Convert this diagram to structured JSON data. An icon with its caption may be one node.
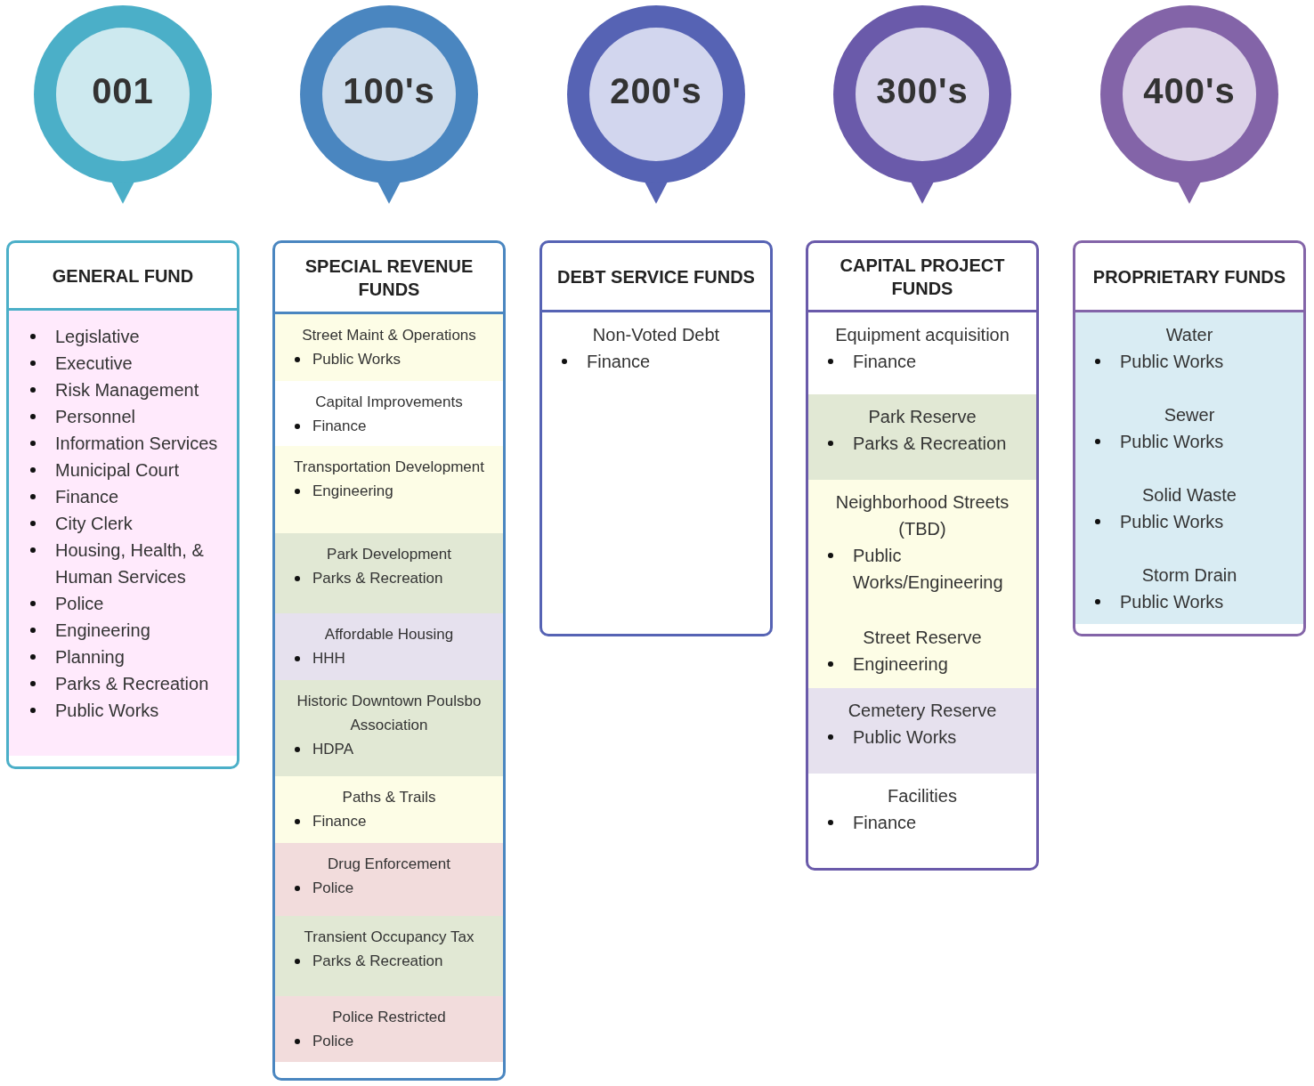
{
  "diagram": {
    "nodes": [
      {
        "text": [
          "001"
        ]
      },
      {
        "text": [
          "100's"
        ]
      },
      {
        "text": [
          "200's"
        ]
      },
      {
        "text": [
          "300's"
        ]
      },
      {
        "text": [
          "400's"
        ]
      },
      {
        "text": [
          "GENERAL FUND"
        ]
      },
      {
        "text": [
          "Legislative",
          "Executive",
          "Risk Management",
          "Personnel",
          "Information Services",
          "Municipal Court",
          "Finance",
          "City Clerk",
          "Housing, Health, & Human Services",
          "Police",
          "Engineering",
          "Planning",
          "Parks & Recreation",
          "Public Works"
        ],
        "in": 5
      },
      {
        "text": [
          "SPECIAL REVENUE FUNDS"
        ]
      },
      {
        "text": [
          "Street Maint & Operations",
          "Public Works"
        ],
        "in": 7
      },
      {
        "text": [
          "Capital Improvements",
          "Finance"
        ],
        "in": 7
      },
      {
        "text": [
          "Transportation Development",
          "Engineering"
        ],
        "in": 7
      },
      {
        "text": [
          "Park Development",
          "Parks & Recreation"
        ],
        "in": 7
      },
      {
        "text": [
          "Affordable Housing",
          "HHH"
        ],
        "in": 7
      },
      {
        "text": [
          "Historic Downtown Poulsbo Association",
          "HDPA"
        ],
        "in": 7
      },
      {
        "text": [
          "Paths & Trails",
          "Finance"
        ],
        "in": 7
      },
      {
        "text": [
          "Drug Enforcement",
          "Police"
        ],
        "in": 7
      },
      {
        "text": [
          "Transient Occupancy Tax",
          "Parks & Recreation"
        ],
        "in": 7
      },
      {
        "text": [
          "Police Restricted",
          "Police"
        ],
        "in": 7
      },
      {
        "text": [
          "DEBT SERVICE FUNDS"
        ]
      },
      {
        "text": [
          "Non-Voted Debt",
          "Finance"
        ],
        "in": 18
      },
      {
        "text": [
          "CAPITAL PROJECT FUNDS"
        ]
      },
      {
        "text": [
          "Equipment acquisition",
          "Finance"
        ],
        "in": 20
      },
      {
        "text": [
          "Park Reserve",
          "Parks & Recreation"
        ],
        "in": 20
      },
      {
        "text": [
          "Neighborhood Streets (TBD)",
          "Public Works/Engineering"
        ],
        "in": 20
      },
      {
        "text": [
          "Street Reserve",
          "Engineering"
        ],
        "in": 20
      },
      {
        "text": [
          "Cemetery Reserve",
          "Public Works"
        ],
        "in": 20
      },
      {
        "text": [
          "Facilities",
          "Finance"
        ],
        "in": 20
      },
      {
        "text": [
          "PROPRIETARY FUNDS"
        ]
      },
      {
        "text": [
          "Water",
          "Public Works"
        ],
        "in": 27
      },
      {
        "text": [
          "Sewer",
          "Public Works"
        ],
        "in": 27
      },
      {
        "text": [
          "Solid Waste",
          "Public Works"
        ],
        "in": 27
      },
      {
        "text": [
          "Storm Drain",
          "Public Works"
        ],
        "in": 27
      }
    ]
  }
}
